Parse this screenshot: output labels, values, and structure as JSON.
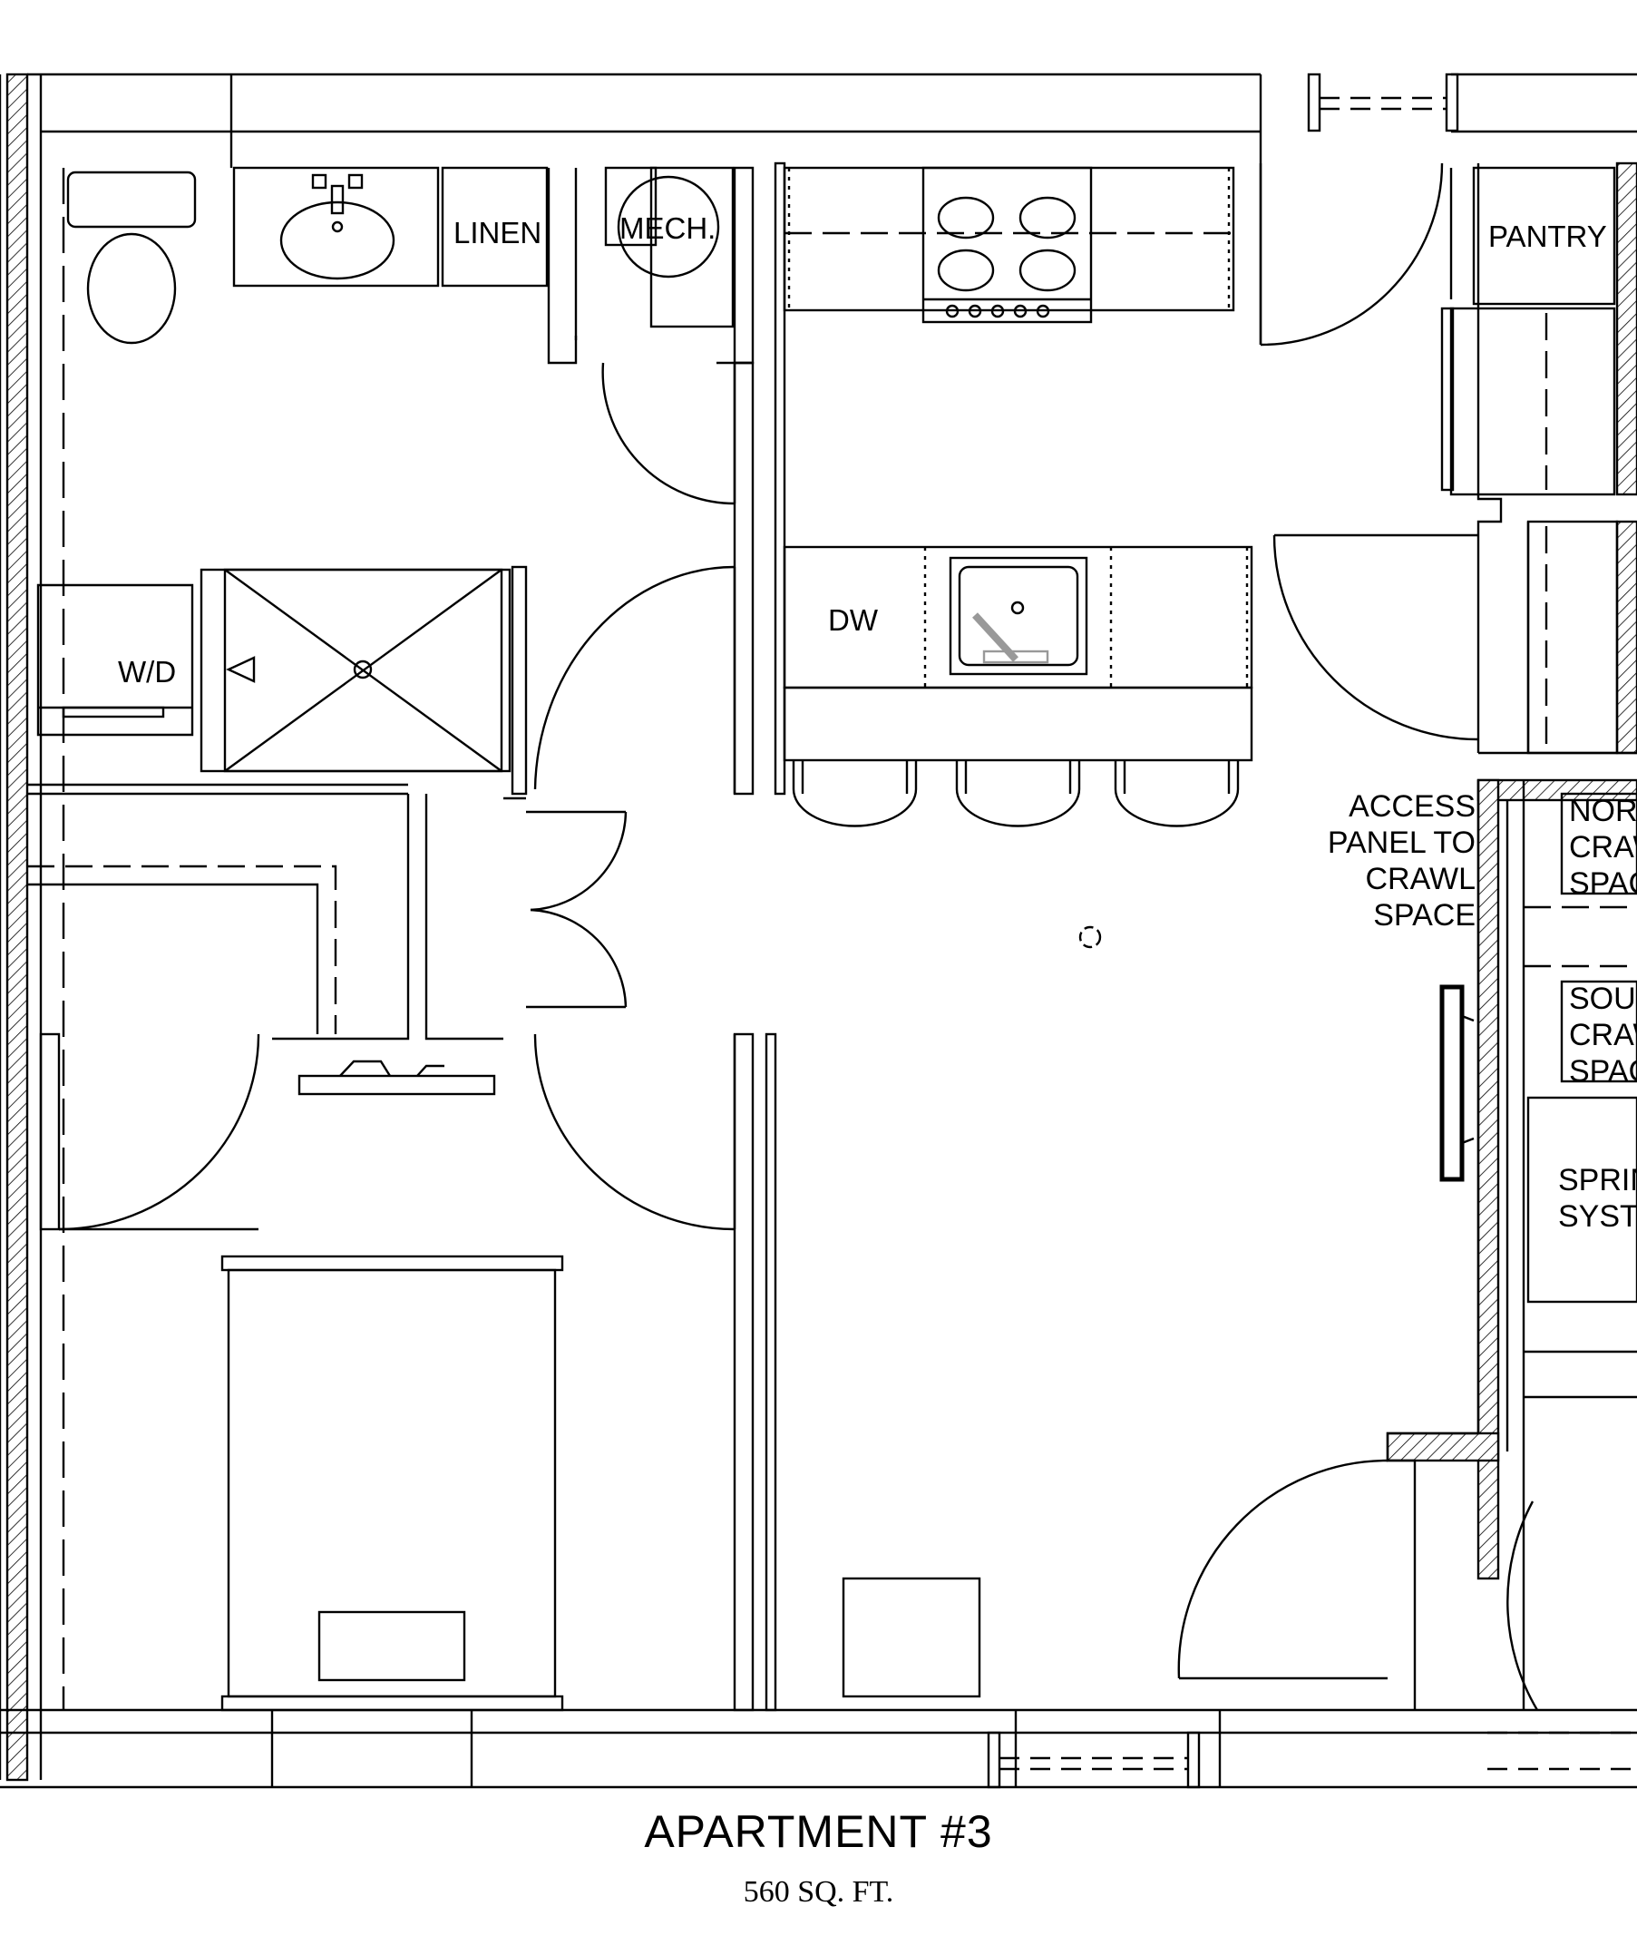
{
  "plan": {
    "rooms": {
      "linen": "LINEN",
      "mech": "MECH.",
      "pantry": "PANTRY",
      "washer_dryer": "W/D",
      "dishwasher": "DW"
    },
    "access_panel": [
      "ACCESS",
      "PANEL TO",
      "CRAWL",
      "SPACE"
    ],
    "north_crawl": [
      "NOR",
      "CRAW",
      "SPAC"
    ],
    "south_crawl": [
      "SOUT",
      "CRAW",
      "SPAC"
    ],
    "sprinkler": [
      "SPRIN",
      "SYSTE"
    ]
  },
  "caption": {
    "title": "APARTMENT #3",
    "area": "560 SQ. FT."
  }
}
